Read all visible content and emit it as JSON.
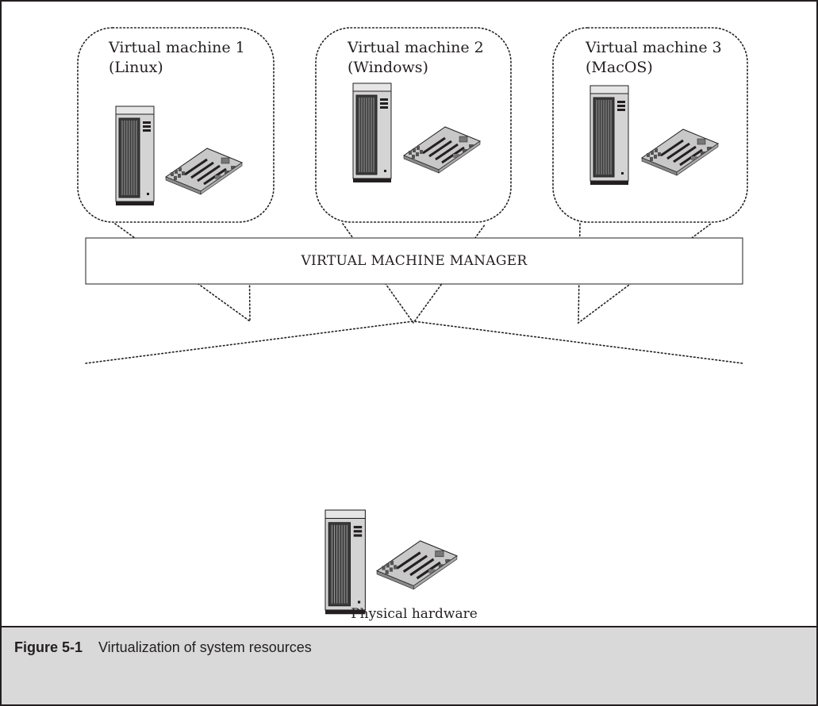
{
  "virtual_machines": [
    {
      "name": "Virtual machine 1",
      "os": "(Linux)"
    },
    {
      "name": "Virtual machine 2",
      "os": "(Windows)"
    },
    {
      "name": "Virtual machine 3",
      "os": "(MacOS)"
    }
  ],
  "manager_label": "VIRTUAL MACHINE MANAGER",
  "hardware_label": "Physical hardware",
  "caption": {
    "number": "Figure 5-1",
    "title": "Virtualization of system resources"
  },
  "colors": {
    "ink": "#231f20",
    "caption_background": "#d9d9d9",
    "server_body": "#d9d9d9",
    "board": "#c8c8c8"
  },
  "icons": [
    "server-tower-icon",
    "motherboard-icon"
  ]
}
